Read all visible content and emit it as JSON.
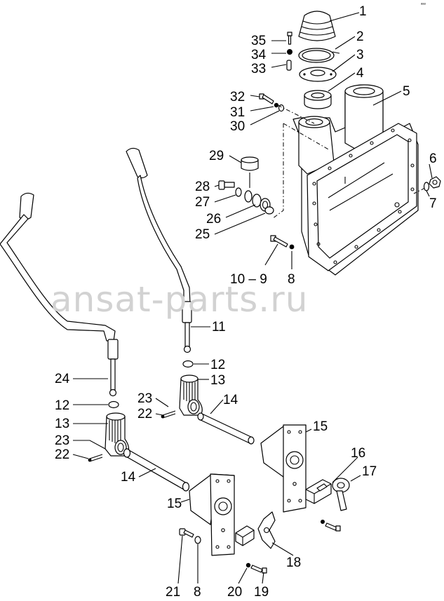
{
  "diagram": {
    "watermark": "ansat-parts.ru",
    "corner_mark": "ᵃᵃᵃ",
    "part_labels": {
      "p1": "1",
      "p2": "2",
      "p3": "3",
      "p4": "4",
      "p5": "5",
      "p6": "6",
      "p7": "7",
      "p8a": "8",
      "p8b": "8",
      "p10_9": "10 – 9",
      "p11": "11",
      "p12a": "12",
      "p12b": "12",
      "p13a": "13",
      "p13b": "13",
      "p14a": "14",
      "p14b": "14",
      "p15a": "15",
      "p15b": "15",
      "p16": "16",
      "p17": "17",
      "p18": "18",
      "p19": "19",
      "p20": "20",
      "p21": "21",
      "p22a": "22",
      "p22b": "22",
      "p23a": "23",
      "p23b": "23",
      "p24": "24",
      "p25": "25",
      "p26": "26",
      "p27": "27",
      "p28": "28",
      "p29": "29",
      "p30": "30",
      "p31": "31",
      "p32": "32",
      "p33": "33",
      "p34": "34",
      "p35": "35"
    }
  }
}
